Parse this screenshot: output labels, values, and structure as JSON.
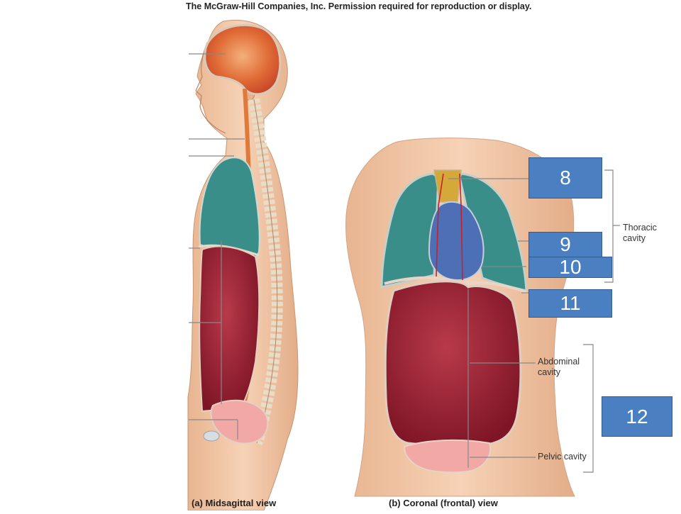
{
  "header": {
    "copyright": "The McGraw-Hill Companies, Inc. Permission required for reproduction or display."
  },
  "figure": {
    "caption_a": "(a) Midsagittal view",
    "caption_b": "(b) Coronal (frontal) view",
    "labels": {
      "thoracic_line1": "Thoracic",
      "thoracic_line2": "cavity",
      "abdominal_line1": "Abdominal",
      "abdominal_line2": "cavity",
      "pelvic": "Pelvic cavity"
    },
    "answer_boxes": [
      "8",
      "9",
      "10",
      "11",
      "12"
    ]
  },
  "colors": {
    "box_fill": "#4a7fc1",
    "skin": "#f2c7a6",
    "lung": "#3a8e8a",
    "abdominal": "#9e1f32",
    "pelvic": "#f0a8a8",
    "cranial": "#e8743a",
    "heart": "#4d6fb5",
    "mediastinum": "#d4a93a"
  }
}
